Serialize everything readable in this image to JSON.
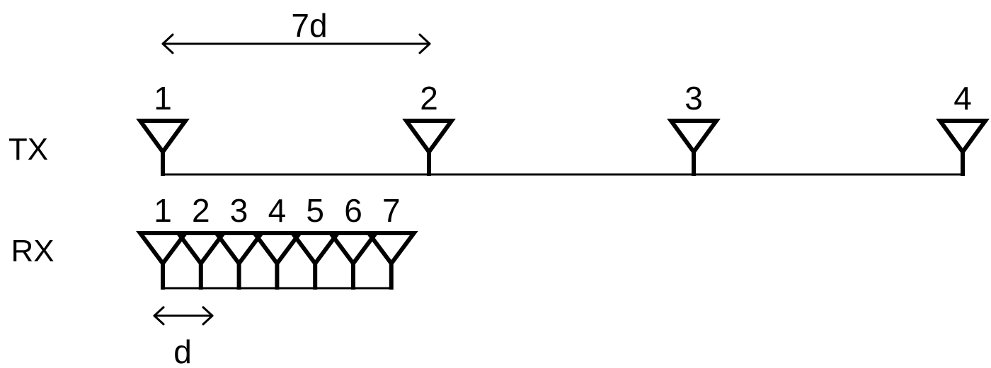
{
  "labels": {
    "tx": "TX",
    "rx": "RX",
    "top_spacing": "7d",
    "bottom_spacing": "d"
  },
  "tx_antennas": [
    "1",
    "2",
    "3",
    "4"
  ],
  "rx_antennas": [
    "1",
    "2",
    "3",
    "4",
    "5",
    "6",
    "7"
  ],
  "colors": {
    "ink": "#000000",
    "background": "#ffffff"
  }
}
